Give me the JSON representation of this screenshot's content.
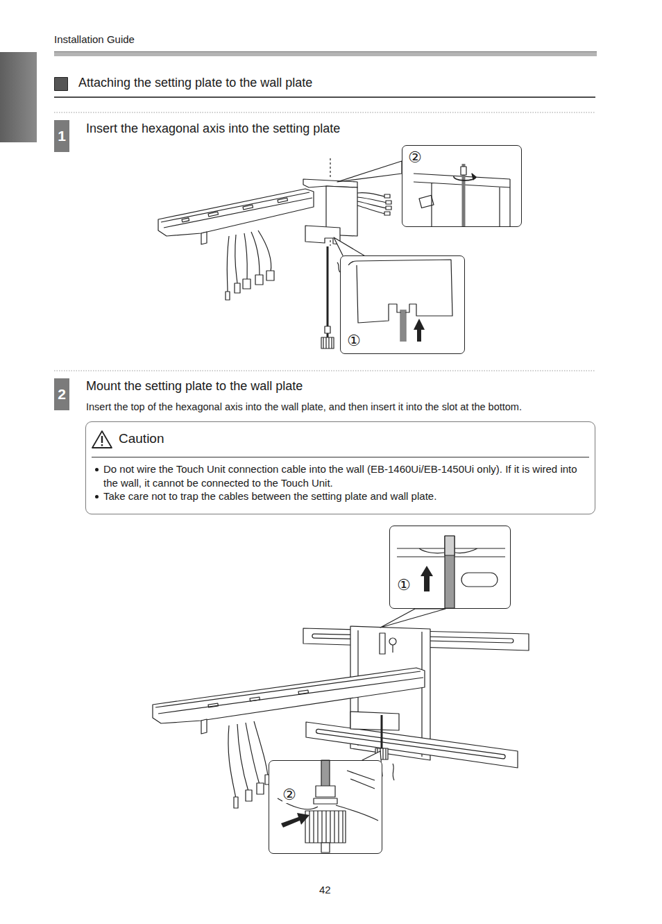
{
  "diagram": {
    "title": "Attaching the setting plate to the wall plate",
    "nodes": [
      {
        "text": [
          "1"
        ]
      },
      {
        "text": [
          "②"
        ]
      },
      {
        "text": [
          "①"
        ]
      },
      {
        "text": [
          "2"
        ]
      },
      {
        "text": [
          "Caution",
          "Do not wire the Touch Unit connection cable into the wall (EB-1460Ui/EB-1450Ui only). If it is wired into the wall, it cannot be connected to the Touch Unit.",
          "Take care not to trap the cables between the setting plate and wall plate."
        ]
      },
      {
        "text": [
          "①"
        ]
      },
      {
        "text": [
          "②"
        ]
      }
    ],
    "labels": [
      "Installation Guide",
      "Insert the hexagonal axis into the setting plate",
      "Mount the setting plate to the wall plate",
      "Insert the top of the hexagonal axis into the wall plate, and then insert it into the slot at the bottom.",
      "42"
    ]
  }
}
